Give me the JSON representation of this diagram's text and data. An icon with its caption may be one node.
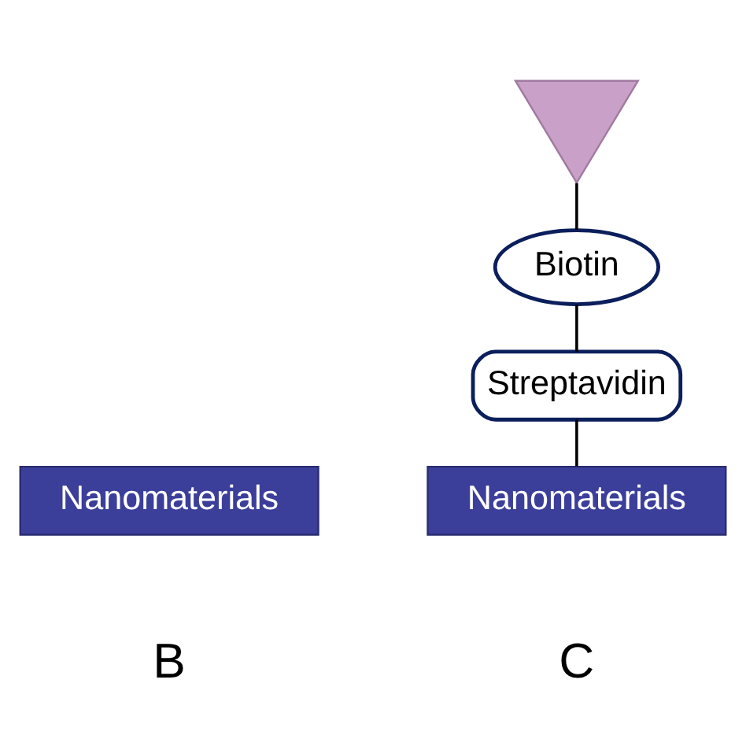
{
  "diagram": {
    "nodes": [
      {
        "text": [
          "Nanomaterials"
        ]
      },
      {
        "text": [],
        "shape": "antibody"
      },
      {
        "text": [
          "Biotin"
        ]
      },
      {
        "text": [
          "Streptavidin"
        ]
      },
      {
        "text": [
          "Nanomaterials"
        ]
      }
    ],
    "edges": [
      {
        "from": 1,
        "to": 2,
        "arrow": "none"
      },
      {
        "from": 2,
        "to": 3,
        "arrow": "none"
      },
      {
        "from": 3,
        "to": 4,
        "arrow": "none"
      }
    ],
    "labels": [
      "B",
      "C"
    ]
  }
}
